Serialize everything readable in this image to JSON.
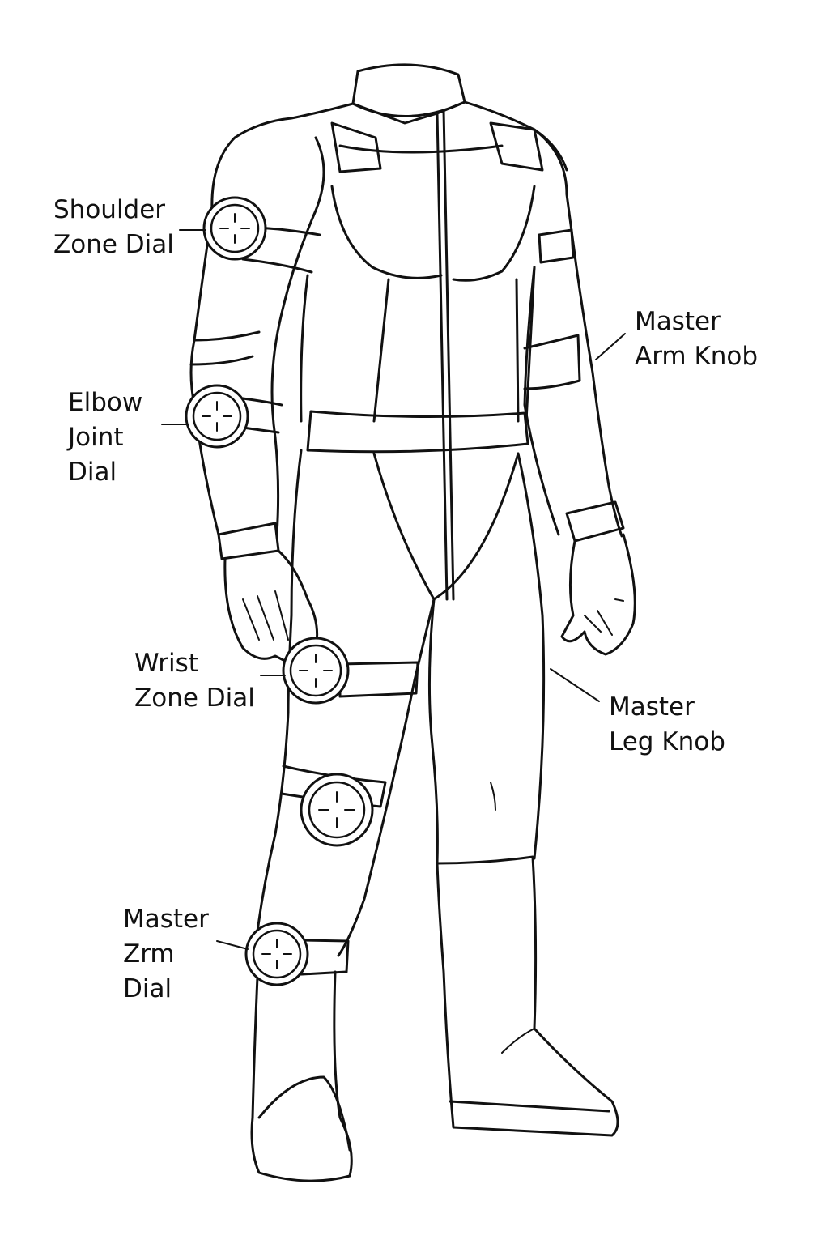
{
  "colors": {
    "line": "#111111",
    "background": "#ffffff"
  },
  "labels": {
    "shoulder_zone_dial": [
      "Shoulder",
      "Zone Dial"
    ],
    "elbow_joint_dial": [
      "Elbow",
      "Joint",
      "Dial"
    ],
    "wrist_zone_dial": [
      "Wrist",
      "Zone Dial"
    ],
    "master_zrm_dial": [
      "Master",
      "Zrm",
      "Dial"
    ],
    "master_arm_knob": [
      "Master",
      "Arm Knob"
    ],
    "master_leg_knob": [
      "Master",
      "Leg Knob"
    ]
  }
}
